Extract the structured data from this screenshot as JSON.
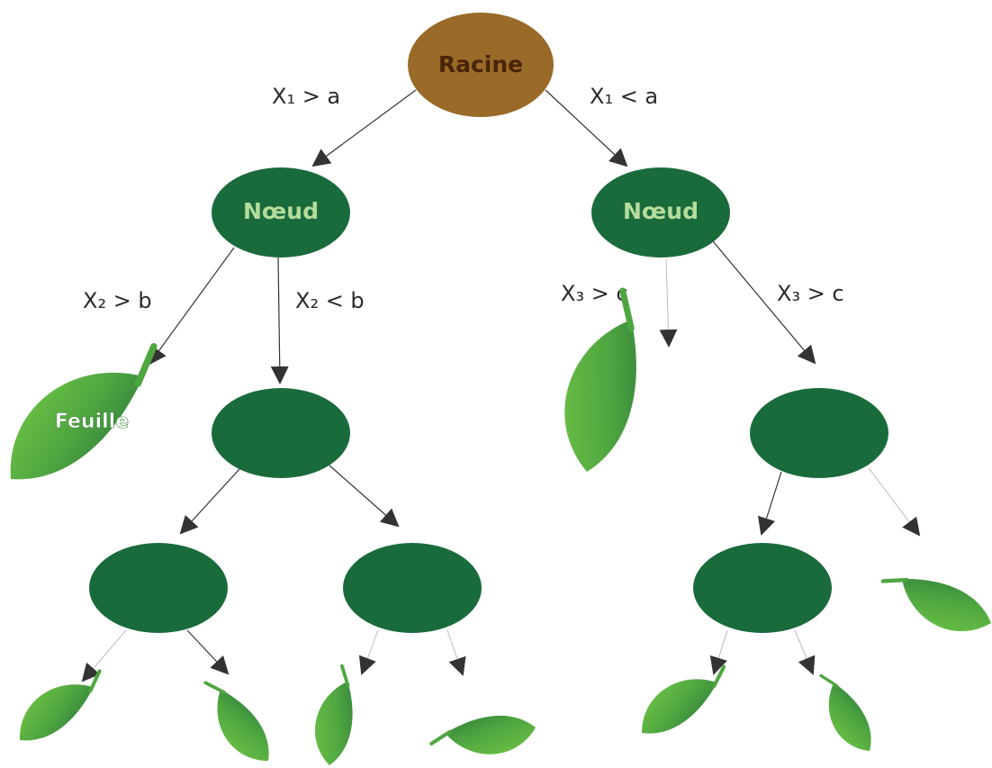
{
  "colors": {
    "root_fill": "#9a6a28",
    "root_text": "#4a2409",
    "node_fill": "#196b3c",
    "node_text": "#b6dc9c",
    "leaf_light": "#6cc143",
    "leaf_dark": "#2f7f3c",
    "leaf_text": "#ffffff",
    "arrow": "#333333"
  },
  "root": {
    "label": "Racine"
  },
  "nodes": {
    "left_label": "Nœud",
    "right_label": "Nœud"
  },
  "edges": {
    "root_left": "X₁  >  a",
    "root_right": "X₁  <  a",
    "left_leaf": "X₂  >  b",
    "left_node": "X₂  <  b",
    "right_leaf": "X₃  >  c",
    "right_node": "X₃  >  c"
  },
  "leaf_label": "Feuille"
}
